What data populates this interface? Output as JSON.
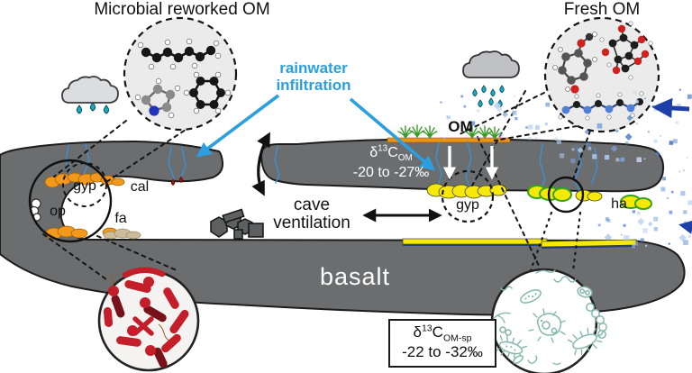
{
  "scene": {
    "title_left": "Microbial reworked OM",
    "title_right": "Fresh OM",
    "rainwater": {
      "line1": "rainwater",
      "line2": "infiltration"
    },
    "surface_om": "OM",
    "minerals": {
      "gyp_left": "gyp",
      "cal": "cal",
      "op": "op",
      "fa": "fa",
      "gyp_right": "gyp",
      "ha": "ha"
    },
    "ventilation": {
      "line1": "cave",
      "line2": "ventilation"
    },
    "basalt": "basalt",
    "isotope_om": {
      "delta": "δ",
      "sup": "13",
      "base": "C",
      "sub": "OM",
      "range": "-20 to -27‰"
    },
    "isotope_omsp": {
      "delta": "δ",
      "sup": "13",
      "base": "C",
      "sub": "OM-sp",
      "range": "-22 to -32‰"
    },
    "colors": {
      "rock": "#6b6d6f",
      "accent_blue": "#2b9fe0",
      "yellow": "#f6e90a",
      "orange": "#f2981d",
      "soil": "#e8941a",
      "bacteria_red": "#c41e2a",
      "bacteria_dark_red": "#77121b",
      "microbe_teal": "#85b7ab",
      "raindrop": "#16aec6",
      "speckle": "#7fa3dd",
      "grass_green": "#3a9a28",
      "navy": "#1f3fa8"
    }
  }
}
